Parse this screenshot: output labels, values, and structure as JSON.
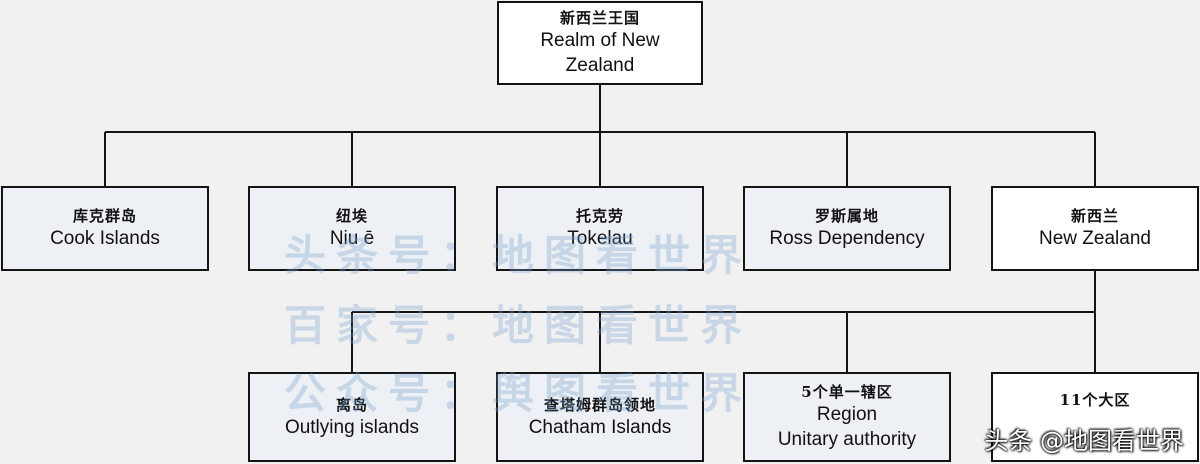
{
  "nodes": {
    "root": {
      "cn": "新西兰王国",
      "en": "Realm of New Zealand"
    },
    "cook": {
      "cn": "库克群岛",
      "en": "Cook Islands"
    },
    "niue": {
      "cn": "纽埃",
      "en": "Niu ē"
    },
    "tokelau": {
      "cn": "托克劳",
      "en": "Tokelau"
    },
    "ross": {
      "cn": "罗斯属地",
      "en": "Ross Dependency"
    },
    "nz": {
      "cn": "新西兰",
      "en": "New Zealand"
    },
    "outlying": {
      "cn": "离岛",
      "en": "Outlying islands"
    },
    "chatham": {
      "cn": "查塔姆群岛领地",
      "en": "Chatham Islands"
    },
    "unitary": {
      "cn": "5个单一辖区",
      "en": "Region",
      "en2": "Unitary authority"
    },
    "regions": {
      "cn": "11个大区"
    }
  },
  "watermark": {
    "line1": "头条号：地图看世界",
    "line2": "百家号：地图看世界",
    "line3": "公众号：舆图看世界"
  },
  "badge": "头条 @地图看世界",
  "colors": {
    "background": "#f1f1f1",
    "box_white": "#ffffff",
    "box_grey": "#edf0f4",
    "line": "#141414"
  }
}
